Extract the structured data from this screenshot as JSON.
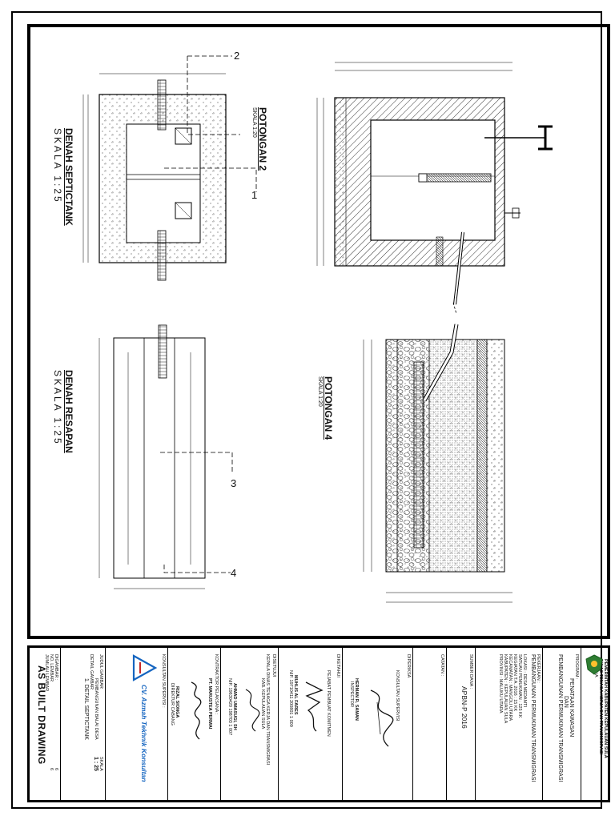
{
  "views": {
    "septictank_plan": {
      "title": "DENAH SEPTICTANK",
      "scale": "SKALA 1:25"
    },
    "resapan_plan": {
      "title": "DENAH RESAPAN",
      "scale": "SKALA 1:25"
    },
    "section2": {
      "title": "POTONGAN 2",
      "scale": "SKALA 1:20"
    },
    "section4": {
      "title": "POTONGAN 4",
      "scale": "SKALA 1:20"
    }
  },
  "callouts": {
    "c1": "1",
    "c2": "2",
    "c3": "3",
    "c4": "4"
  },
  "title_block": {
    "authority_line1": "PEMERINTAH KABUPATEN KEPULAUAN SULA",
    "authority_line2": "DINAS TENAGA KERJA DAN TRANSMIGRASI",
    "authority_line3": "SANANA",
    "program_label": "PROGRAM :",
    "program_lines": [
      "PENATAAN KAWASAN",
      "DAN",
      "PEMBANGUNAN PERMUKIMAN TRANSMIGRASI"
    ],
    "work_label": "PEKERJAAN :",
    "work_value": "PEMBANGUNAN PERMUKIMAN TRANSMIGRASI",
    "location_rows": [
      "LOKASI : DESA MEDAMTI",
      "SATUAN PEMUKIMAN : 125 KK",
      "KEGIATAN T.A. 2016 : 15 KK",
      "KECAMATAN : MANGOLI UTARA",
      "KABUPATEN : KEPULAUAN SULA",
      "PROVINSI : MALUKU UTARA"
    ],
    "source_label": "SUMBER DANA :",
    "source_value": "APBN-P 2016",
    "notes_label": "CATATAN :",
    "approved_label": "DIPERIKSA",
    "consultant_role": "KONSULTAN SUPERVISI",
    "approver_name": "HERMAN R. SAMAN",
    "approver_title": "INSPECTOR",
    "checked_label": "DIKETAHUI",
    "ppk_role": "PEJABAT PEMBUAT KOMITMEN",
    "ppk_name": "MUHLIS AL FARES",
    "ppk_nip": "NIP. 19710411 200801 1 009",
    "head_label": "DISETUJUI",
    "head_role": "KEPALA DINAS TENAGA KERJA DAN TRANSMIGRASI",
    "head_role2": "KAB. KEPULAUAN SULA",
    "head_name": "AHMAD UMASUGI, SH",
    "head_nip": "NIP. 19630420 198703 1 007",
    "contractor_label": "KONTRAKTOR PELAKSANA :",
    "contractor_name": "PT. MARUSTEA PERMAI",
    "contractor_person": "RIZAL SIONGA",
    "contractor_title": "DIREKTUR CABANG",
    "supervisor_label": "KONSULTAN SUPERVISI :",
    "supervisor_firm": "CV. Azmah Tekhnik Konsultan",
    "drawing_label": "JUDUL GAMBAR",
    "drawing_value1": "PEMBANGUNAN BALAI DESA",
    "drawing_value2": "DETAIL GAMBAR",
    "drawing_value3": "1. DETAIL SEPTICTANK",
    "scale_label": "SKALA",
    "scale_value": "1 : 25",
    "sheet_label": "NO. LEMBAR",
    "sheet_value": "6",
    "total_label": "JUMLAH LEMBAR",
    "total_value": "6",
    "drawn_label": "DIGAMBAR :",
    "as_built": "AS BUILT DRAWING"
  }
}
